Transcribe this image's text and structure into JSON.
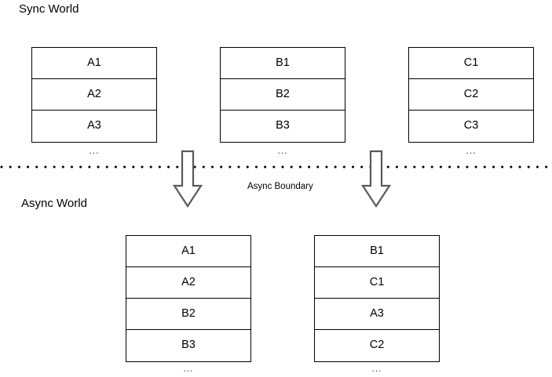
{
  "diagram": {
    "title_sync": "Sync World",
    "title_async": "Async World",
    "boundary_label": "Async Boundary",
    "ellipsis": "...",
    "colors": {
      "background": "#ffffff",
      "stroke": "#000000",
      "arrow_stroke": "#595959",
      "text": "#000000"
    }
  },
  "sync_world": {
    "label": "Sync World",
    "stacks": [
      {
        "name": "stack-a",
        "items": [
          "A1",
          "A2",
          "A3"
        ],
        "more": "..."
      },
      {
        "name": "stack-b",
        "items": [
          "B1",
          "B2",
          "B3"
        ],
        "more": "..."
      },
      {
        "name": "stack-c",
        "items": [
          "C1",
          "C2",
          "C3"
        ],
        "more": "..."
      }
    ]
  },
  "async_world": {
    "label": "Async World",
    "stacks": [
      {
        "name": "stack-1",
        "items": [
          "A1",
          "A2",
          "B2",
          "B3"
        ],
        "more": "..."
      },
      {
        "name": "stack-2",
        "items": [
          "B1",
          "C1",
          "A3",
          "C2"
        ],
        "more": "..."
      }
    ]
  },
  "arrows": [
    {
      "name": "arrow-left",
      "direction": "down"
    },
    {
      "name": "arrow-right",
      "direction": "down"
    }
  ]
}
